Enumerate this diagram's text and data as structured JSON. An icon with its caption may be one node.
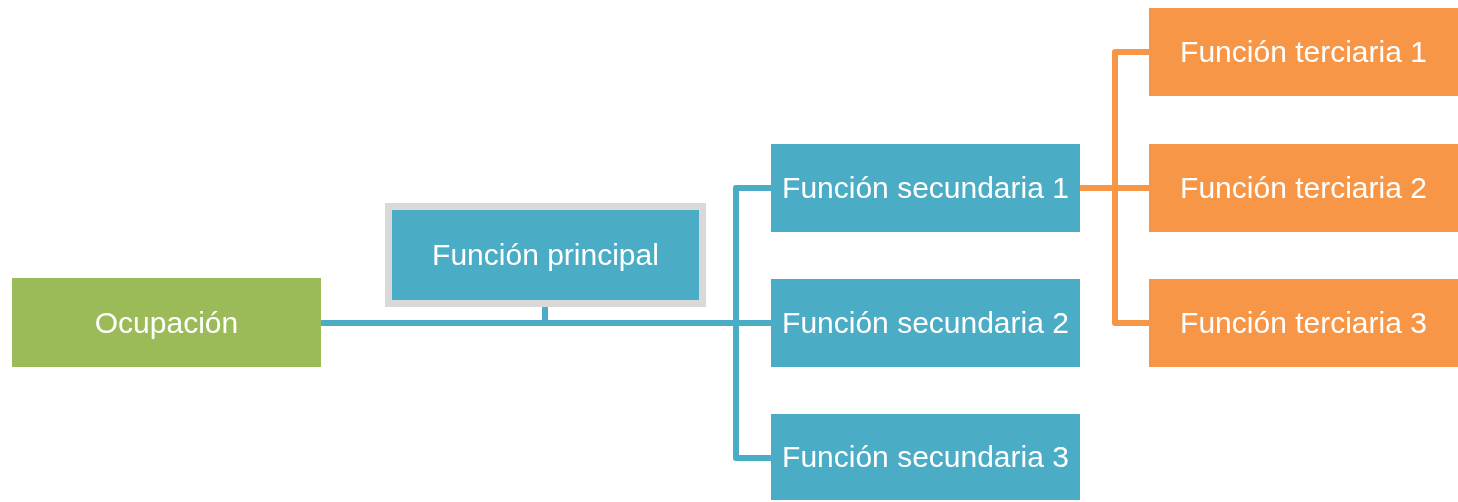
{
  "diagram": {
    "nodes": [
      {
        "text": [
          "Ocupación"
        ]
      },
      {
        "text": [
          "Función principal"
        ]
      },
      {
        "text": [
          "Función secundaria 1"
        ]
      },
      {
        "text": [
          "Función secundaria 2"
        ]
      },
      {
        "text": [
          "Función secundaria 3"
        ]
      },
      {
        "text": [
          "Función terciaria 1"
        ]
      },
      {
        "text": [
          "Función terciaria 2"
        ]
      },
      {
        "text": [
          "Función terciaria 3"
        ]
      }
    ],
    "edges": [
      {
        "from": 0,
        "to": 1,
        "arrow": "none"
      },
      {
        "from": 1,
        "to": 2,
        "arrow": "none"
      },
      {
        "from": 1,
        "to": 3,
        "arrow": "none"
      },
      {
        "from": 1,
        "to": 4,
        "arrow": "none"
      },
      {
        "from": 2,
        "to": 5,
        "arrow": "none",
        "color": "#f79646"
      },
      {
        "from": 2,
        "to": 6,
        "arrow": "none",
        "color": "#f79646"
      },
      {
        "from": 2,
        "to": 7,
        "arrow": "none",
        "color": "#f79646"
      }
    ]
  }
}
